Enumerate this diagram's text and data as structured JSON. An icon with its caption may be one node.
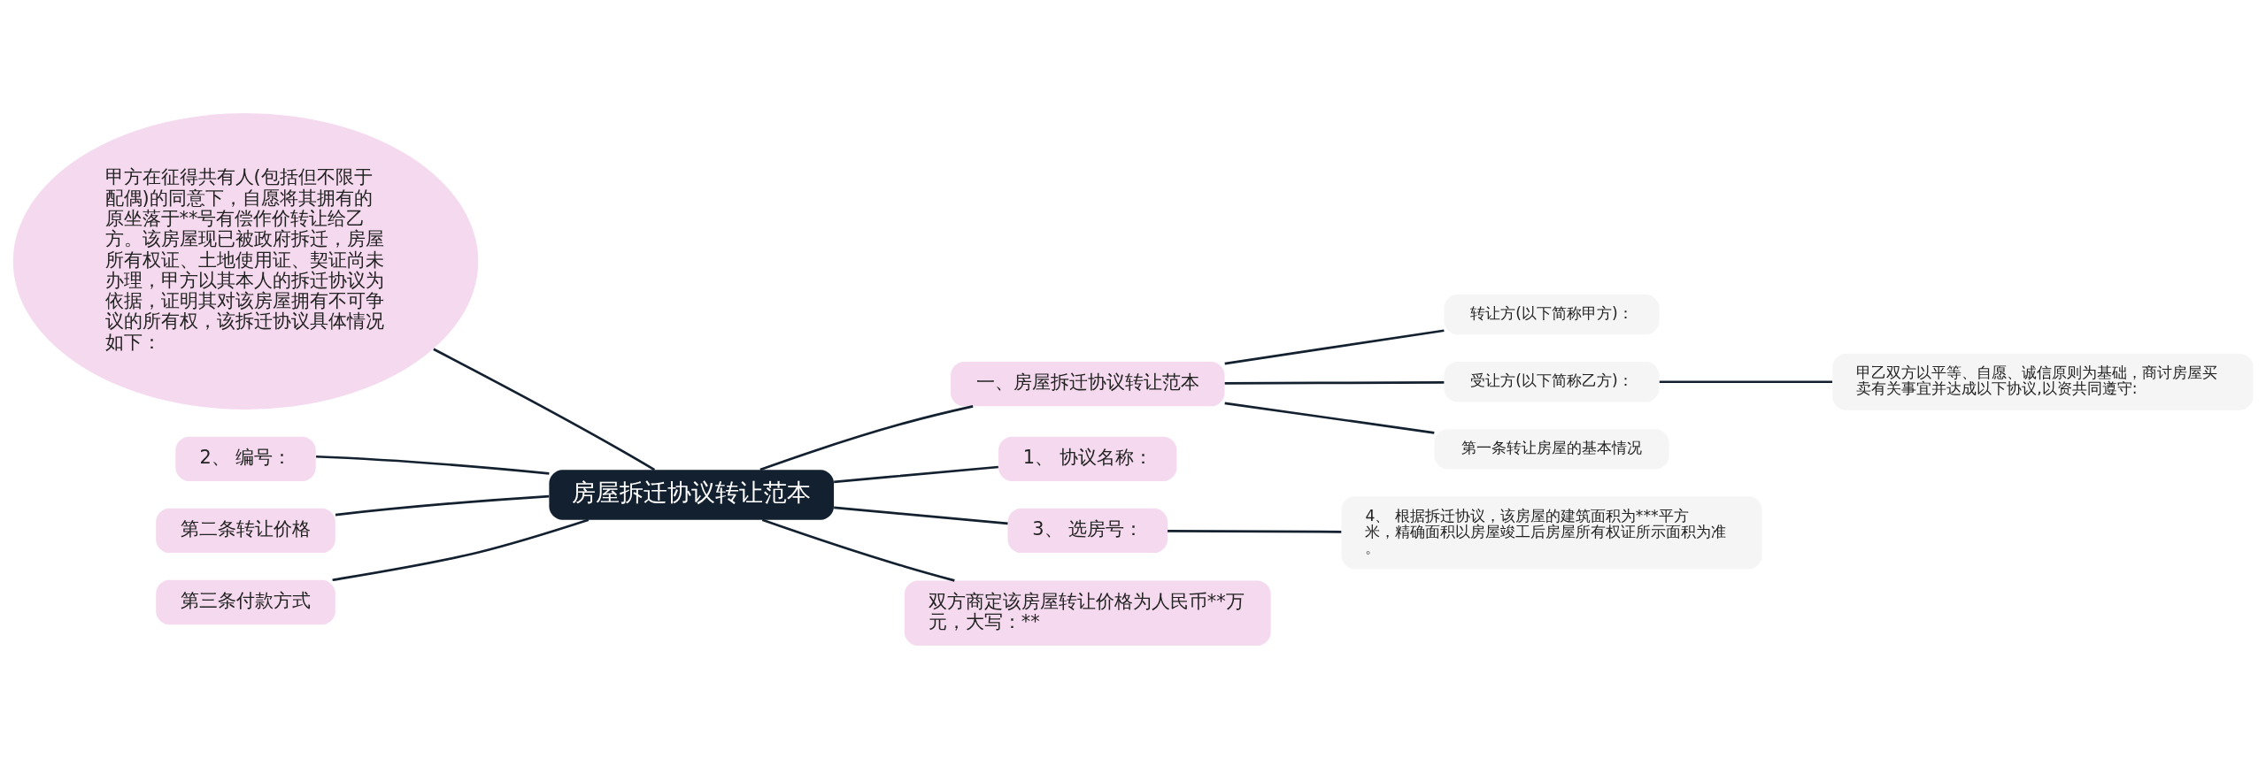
{
  "diagram": {
    "nodes": [
      {
        "text": [
          "房屋拆迁协议转让范本"
        ]
      },
      {
        "text": [
          "一、房屋拆迁协议转让范本"
        ]
      },
      {
        "text": [
          "转让方(以下简称甲方)："
        ]
      },
      {
        "text": [
          "受让方(以下简称乙方)："
        ]
      },
      {
        "text": [
          "甲乙双方以平等、自愿、诚信原则为基础，商讨房屋买卖有关事宜并达成以下协议,以资共同遵守:"
        ]
      },
      {
        "text": [
          "第一条转让房屋的基本情况"
        ]
      },
      {
        "text": [
          "1、 协议名称："
        ]
      },
      {
        "text": [
          "3、 选房号："
        ]
      },
      {
        "text": [
          "4、 根据拆迁协议，该房屋的建筑面积为***平方米，精确面积以房屋竣工后房屋所有权证所示面积为准。"
        ]
      },
      {
        "text": [
          "双方商定该房屋转让价格为人民币**万元，大写：**"
        ]
      },
      {
        "text": [
          "甲方在征得共有人(包括但不限于配偶)的同意下，自愿将其拥有的原坐落于**号有偿作价转让给乙方。该房屋现已被政府拆迁，房屋所有权证、土地使用证、契证尚未办理，甲方以其本人的拆迁协议为依据，证明其对该房屋拥有不可争议的所有权，该拆迁协议具体情况如下："
        ]
      },
      {
        "text": [
          "2、 编号："
        ]
      },
      {
        "text": [
          "第二条转让价格"
        ]
      },
      {
        "text": [
          "第三条付款方式"
        ]
      }
    ],
    "edges": [
      {
        "from": 0,
        "to": 1,
        "arrow": "none"
      },
      {
        "from": 1,
        "to": 2,
        "arrow": "none"
      },
      {
        "from": 1,
        "to": 3,
        "arrow": "none"
      },
      {
        "from": 3,
        "to": 4,
        "arrow": "none"
      },
      {
        "from": 1,
        "to": 5,
        "arrow": "none"
      },
      {
        "from": 0,
        "to": 6,
        "arrow": "none"
      },
      {
        "from": 0,
        "to": 7,
        "arrow": "none"
      },
      {
        "from": 7,
        "to": 8,
        "arrow": "none"
      },
      {
        "from": 0,
        "to": 9,
        "arrow": "none"
      },
      {
        "from": 0,
        "to": 10,
        "arrow": "none"
      },
      {
        "from": 0,
        "to": 11,
        "arrow": "none"
      },
      {
        "from": 0,
        "to": 12,
        "arrow": "none"
      },
      {
        "from": 0,
        "to": 13,
        "arrow": "none"
      }
    ]
  }
}
